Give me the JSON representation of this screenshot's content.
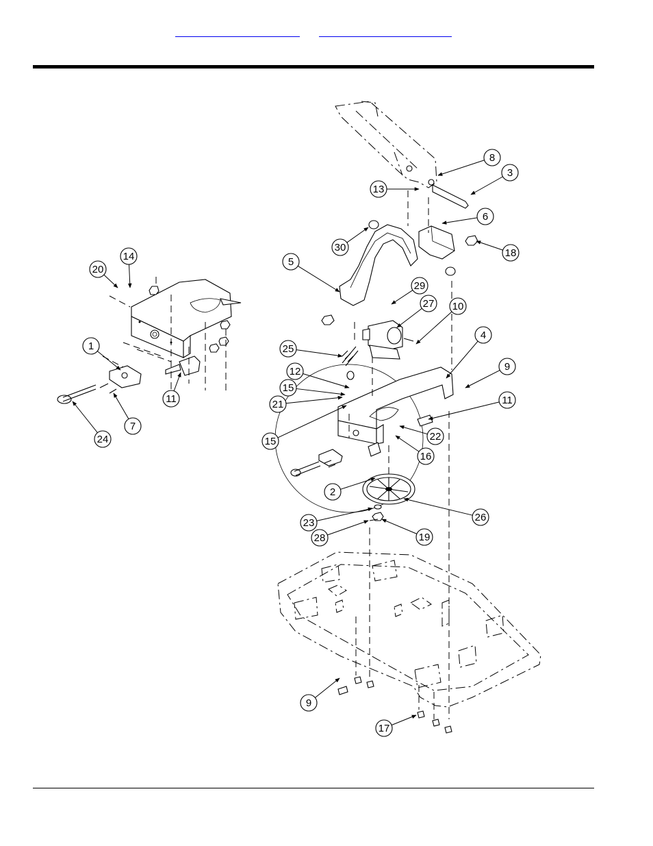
{
  "nav": {
    "link_a": "",
    "link_b": ""
  },
  "callouts": [
    "1",
    "2",
    "3",
    "4",
    "5",
    "6",
    "7",
    "8",
    "9",
    "9",
    "10",
    "11",
    "11",
    "12",
    "13",
    "14",
    "15",
    "15",
    "16",
    "17",
    "18",
    "19",
    "20",
    "21",
    "22",
    "23",
    "24",
    "25",
    "26",
    "27",
    "28",
    "29",
    "30"
  ],
  "colors": {
    "ink": "#000000",
    "link": "#0000ee",
    "paper": "#ffffff"
  }
}
